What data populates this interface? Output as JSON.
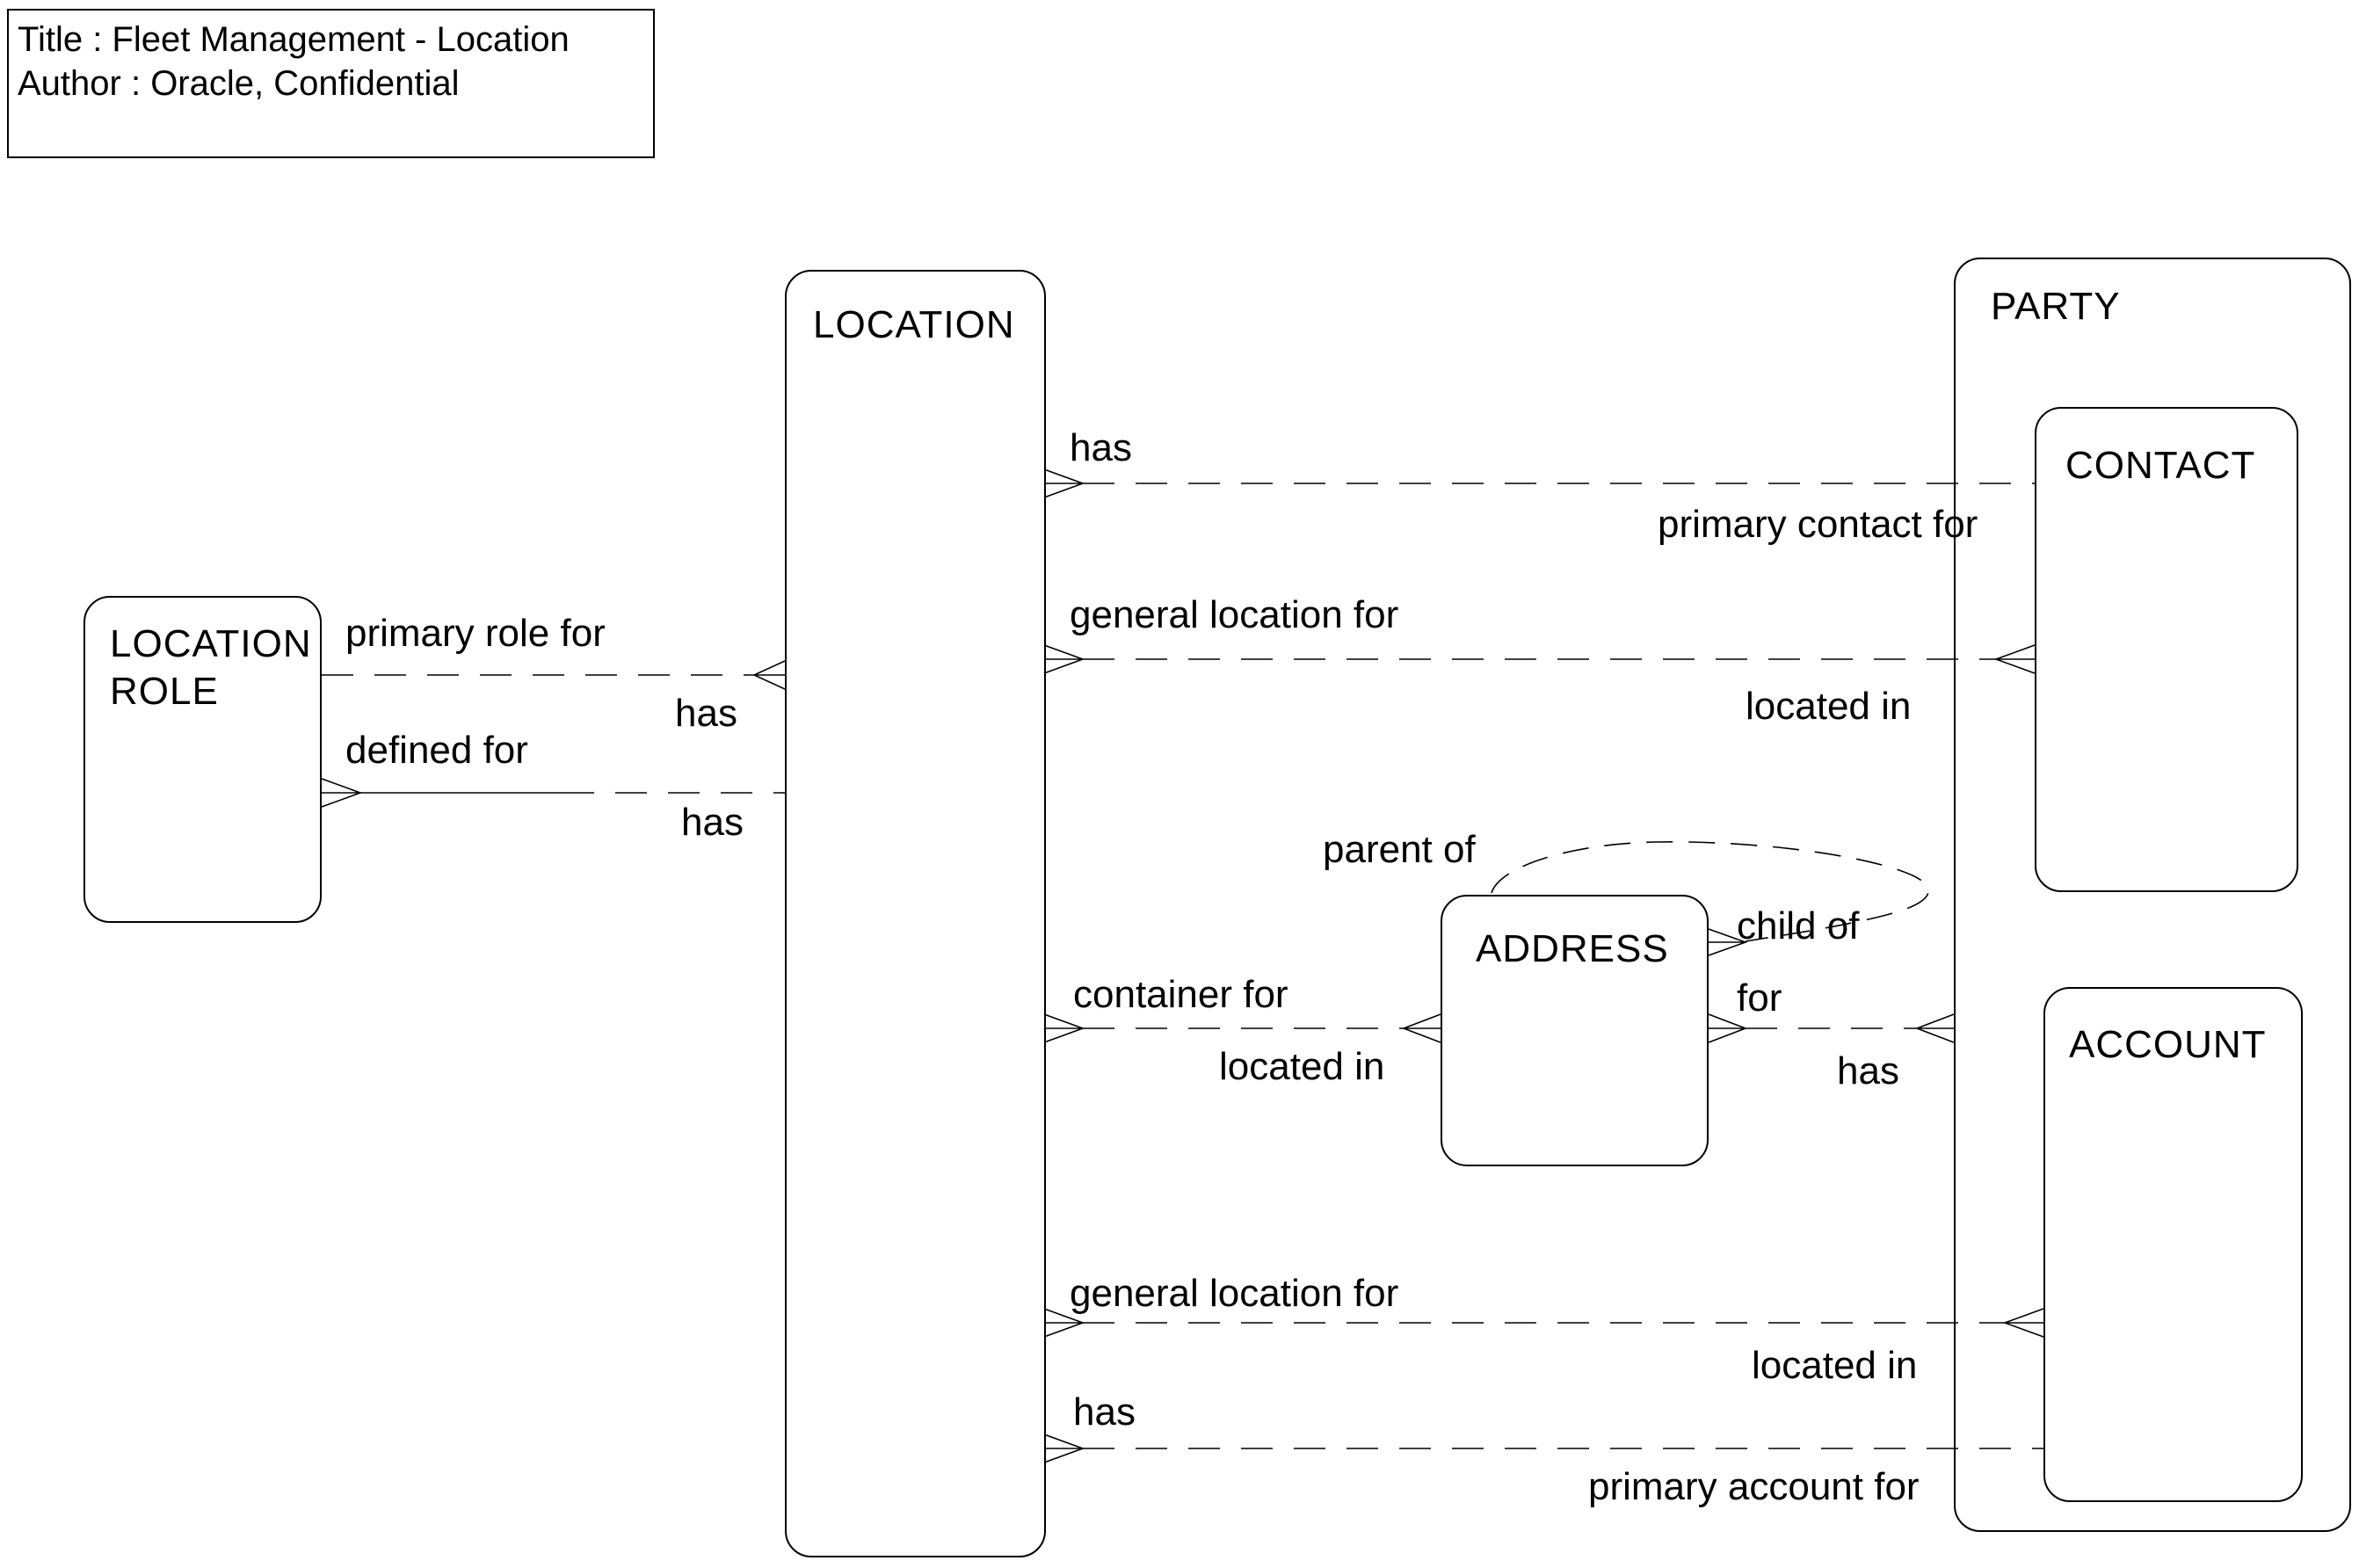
{
  "page": {
    "background_color": "#ffffff",
    "line_color": "#000000",
    "diagram_kind": "entity-relationship-diagram"
  },
  "title_block": {
    "title_line": "Title : Fleet Management - Location",
    "author_line": "Author : Oracle, Confidential"
  },
  "entities": {
    "location_role": "LOCATION ROLE",
    "location": "LOCATION",
    "party": "PARTY",
    "contact": "CONTACT",
    "account": "ACCOUNT",
    "address": "ADDRESS"
  },
  "relationships": [
    {
      "from": "LOCATION",
      "to": "CONTACT",
      "from_label": "has",
      "to_label": "primary contact for",
      "crow_foot": "LOCATION end"
    },
    {
      "from": "LOCATION",
      "to": "CONTACT",
      "from_label": "general location for",
      "to_label": "located in",
      "crow_foot": "both ends"
    },
    {
      "from": "LOCATION ROLE",
      "to": "LOCATION",
      "from_label": "primary role for",
      "to_label": "has",
      "crow_foot": "LOCATION end"
    },
    {
      "from": "LOCATION ROLE",
      "to": "LOCATION",
      "from_label": "defined for",
      "to_label": "has",
      "crow_foot": "LOCATION ROLE end"
    },
    {
      "from": "LOCATION",
      "to": "ADDRESS",
      "from_label": "container for",
      "to_label": "located in",
      "crow_foot": "both ends"
    },
    {
      "from": "ADDRESS",
      "to": "PARTY",
      "from_label": "for",
      "to_label": "has",
      "crow_foot": "both ends"
    },
    {
      "from": "ADDRESS",
      "to": "ADDRESS",
      "from_label": "parent of",
      "to_label": "child of",
      "crow_foot": "ADDRESS child end"
    },
    {
      "from": "LOCATION",
      "to": "ACCOUNT",
      "from_label": "general location for",
      "to_label": "located in",
      "crow_foot": "both ends"
    },
    {
      "from": "LOCATION",
      "to": "ACCOUNT",
      "from_label": "has",
      "to_label": "primary account for",
      "crow_foot": "LOCATION end"
    }
  ]
}
